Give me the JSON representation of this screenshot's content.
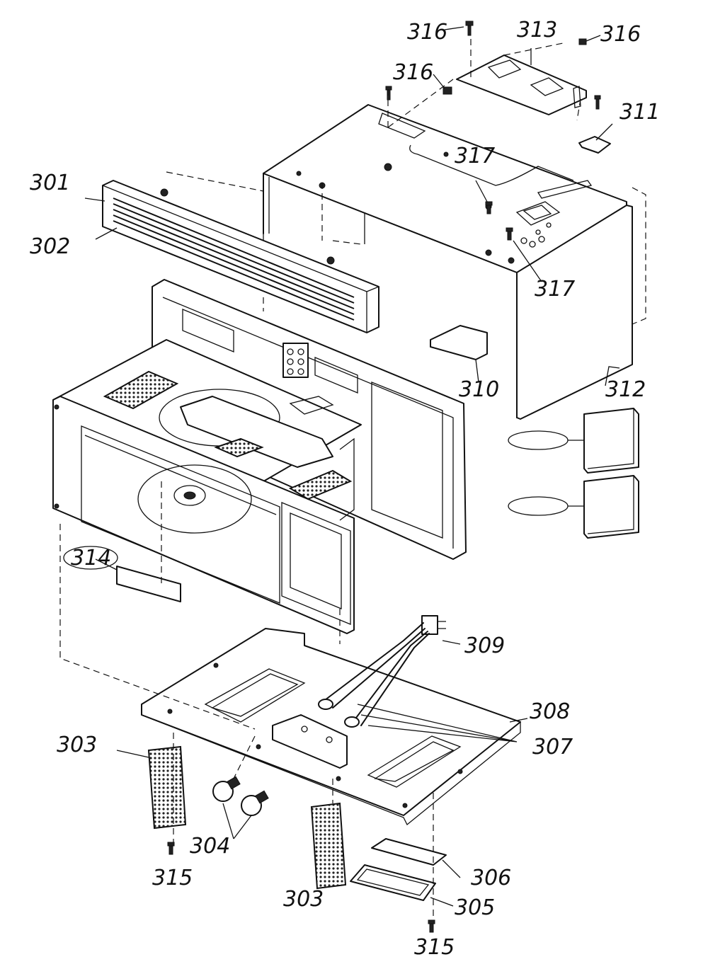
{
  "parts": [
    {
      "id": "p301",
      "label": "301"
    },
    {
      "id": "p302",
      "label": "302"
    },
    {
      "id": "p303a",
      "label": "303"
    },
    {
      "id": "p303b",
      "label": "303"
    },
    {
      "id": "p304",
      "label": "304"
    },
    {
      "id": "p305",
      "label": "305"
    },
    {
      "id": "p306",
      "label": "306"
    },
    {
      "id": "p307",
      "label": "307"
    },
    {
      "id": "p308",
      "label": "308"
    },
    {
      "id": "p309",
      "label": "309"
    },
    {
      "id": "p310",
      "label": "310"
    },
    {
      "id": "p311",
      "label": "311"
    },
    {
      "id": "p312",
      "label": "312"
    },
    {
      "id": "p313",
      "label": "313"
    },
    {
      "id": "p314",
      "label": "314"
    },
    {
      "id": "p315a",
      "label": "315"
    },
    {
      "id": "p315b",
      "label": "315"
    },
    {
      "id": "p316a",
      "label": "316"
    },
    {
      "id": "p316b",
      "label": "316"
    },
    {
      "id": "p316c",
      "label": "316"
    },
    {
      "id": "p317a",
      "label": "317"
    },
    {
      "id": "p317b",
      "label": "317"
    }
  ]
}
